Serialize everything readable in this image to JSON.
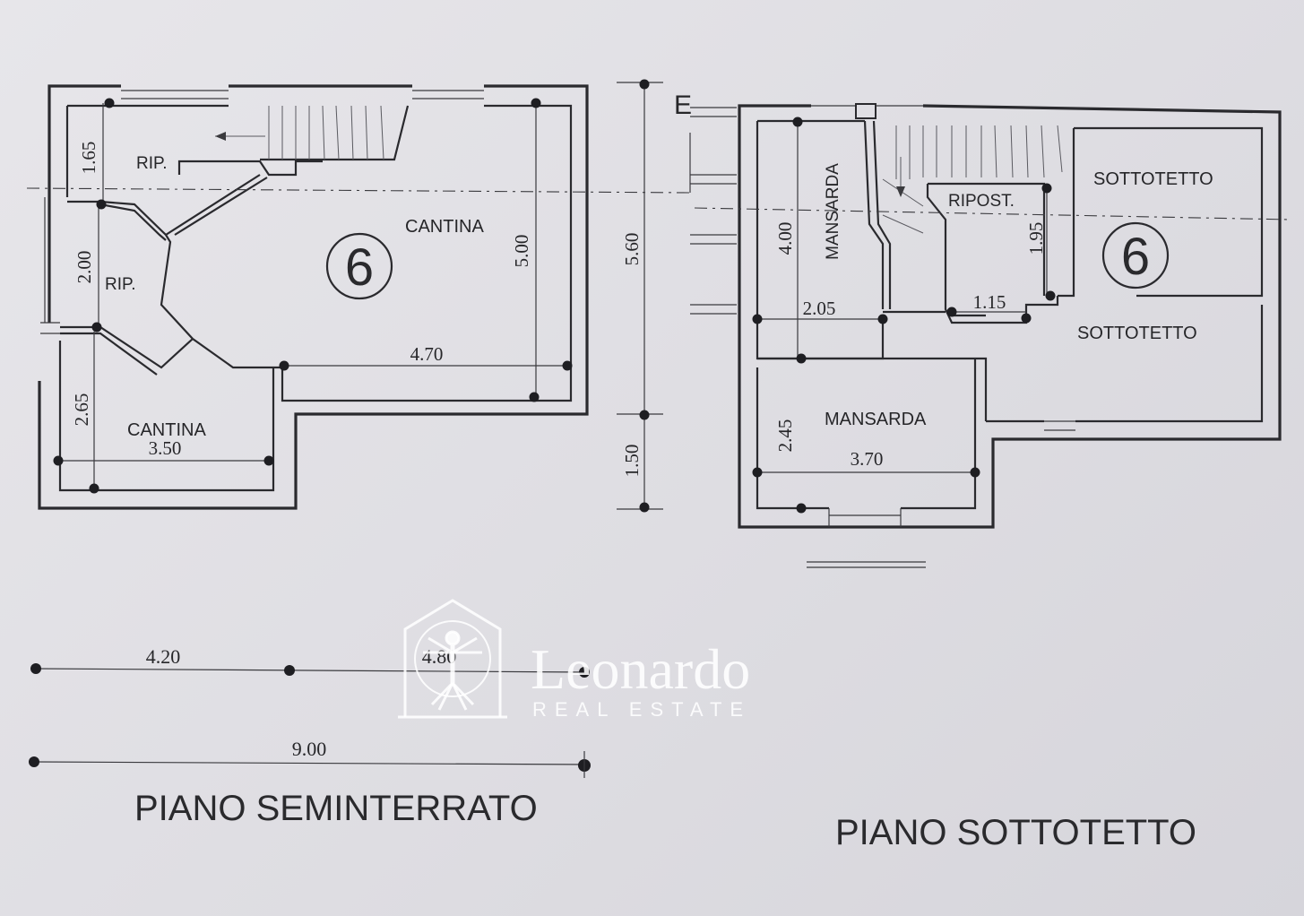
{
  "semi": {
    "title": "PIANO SEMINTERRATO",
    "unit_number": "6",
    "rooms": {
      "rip_top": "RIP.",
      "rip_mid": "RIP.",
      "cantina_main": "CANTINA",
      "cantina_small": "CANTINA"
    },
    "dims": {
      "d165": "1.65",
      "d200": "2.00",
      "d265": "2.65",
      "d500": "5.00",
      "d470": "4.70",
      "d350": "3.50"
    }
  },
  "sotto": {
    "title": "PIANO SOTTOTETTO",
    "unit_number": "6",
    "rooms": {
      "mansarda_vert": "MANSARDA",
      "mansarda_low": "MANSARDA",
      "ripost": "RIPOST.",
      "sottotetto_top": "SOTTOTETTO",
      "sottotetto_mid": "SOTTOTETTO"
    },
    "dims": {
      "d400": "4.00",
      "d205": "2.05",
      "d195": "1.95",
      "d115": "1.15",
      "d245": "2.45",
      "d370": "3.70"
    }
  },
  "middle": {
    "marker": "E",
    "d560": "5.60",
    "d150": "1.50"
  },
  "bottom_dims": {
    "d420": "4.20",
    "d480": "4.80",
    "d900": "9.00"
  },
  "watermark": {
    "brand": "Leonardo",
    "tagline": "REAL ESTATE"
  }
}
